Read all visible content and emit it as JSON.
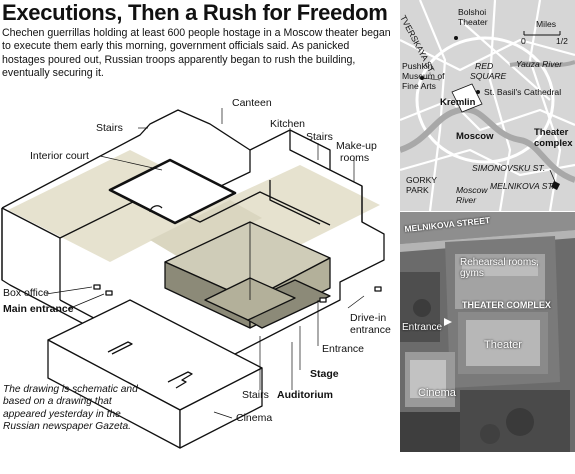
{
  "header": {
    "title": "Executions, Then a Rush for Freedom",
    "subhead": "Chechen guerrillas holding at least 600 people hostage in a Moscow theater began to execute them early this morning, government officials said. As panicked hostages poured out, Russian troops apparently began to rush the building, eventually securing it."
  },
  "diagram": {
    "labels": {
      "canteen": "Canteen",
      "stairs_top": "Stairs",
      "kitchen": "Kitchen",
      "stairs_right": "Stairs",
      "interior_court": "Interior court",
      "makeup_line1": "Make-up",
      "makeup_line2": "rooms",
      "box_office": "Box office",
      "main_entrance": "Main entrance",
      "drive_in_line1": "Drive-in",
      "drive_in_line2": "entrance",
      "entrance": "Entrance",
      "stage": "Stage",
      "stairs_bottom": "Stairs",
      "auditorium": "Auditorium",
      "cinema": "Cinema"
    },
    "note": "The drawing is schematic and based on a drawing that appeared yesterday in the Russian newspaper Gazeta."
  },
  "map": {
    "labels": {
      "tverskaya": "TVERSKAYA ST.",
      "bolshoi_line1": "Bolshoi",
      "bolshoi_line2": "Theater",
      "miles": "Miles",
      "scale_zero": "0",
      "scale_half": "1/2",
      "yauza": "Yauza River",
      "pushkin_line1": "Pushkin",
      "pushkin_line2": "Museum of",
      "pushkin_line3": "Fine Arts",
      "red_line1": "RED",
      "red_line2": "SQUARE",
      "kremlin": "Kremlin",
      "st_basils": "St. Basil's Cathedral",
      "moscow": "Moscow",
      "theater_line1": "Theater",
      "theater_line2": "complex",
      "gorky_line1": "GORKY",
      "gorky_line2": "PARK",
      "simonovsky": "SIMONOVSKU ST.",
      "moscow_river_line1": "Moscow",
      "moscow_river_line2": "River",
      "melnikova": "MELNIKOVA ST."
    }
  },
  "photo": {
    "labels": {
      "melnikova_street": "MELNIKOVA STREET",
      "rehearsal_line1": "Rehearsal rooms,",
      "rehearsal_line2": "gyms",
      "theater_complex": "THEATER COMPLEX",
      "entrance": "Entrance",
      "theater": "Theater",
      "cinema": "Cinema"
    }
  },
  "colors": {
    "court_shade": "#e6e2cf",
    "auditorium_dark": "#8c8a78",
    "auditorium_mid": "#b3b09a",
    "auditorium_light": "#cfccb8",
    "map_background": "#d6d6d6",
    "river": "#b0b0b0"
  }
}
